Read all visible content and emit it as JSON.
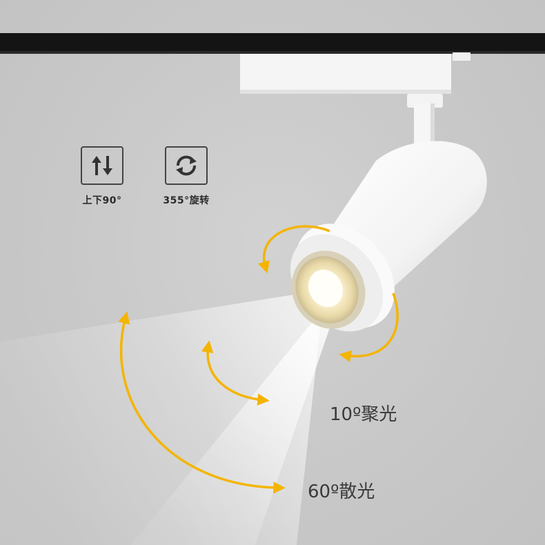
{
  "features": [
    {
      "icon": "up-down-arrows-icon",
      "label": "上下90°"
    },
    {
      "icon": "rotate-arrows-icon",
      "label": "355°旋转"
    }
  ],
  "beam_labels": {
    "spot": "10º聚光",
    "flood": "60º散光"
  },
  "colors": {
    "background": "#c9c9c9",
    "track": "#141414",
    "fixture": "#f7f7f7",
    "arrow_accent": "#f4b400",
    "icon_stroke": "#444444"
  }
}
